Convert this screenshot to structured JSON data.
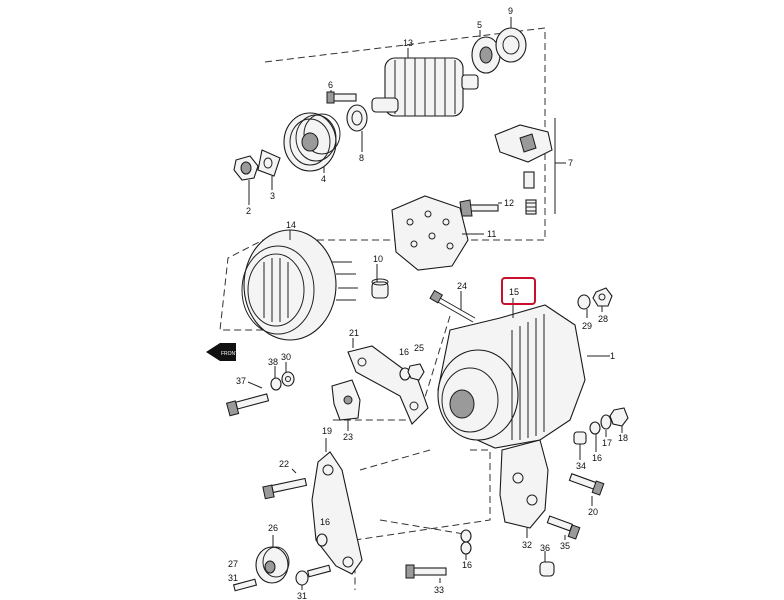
{
  "diagram": {
    "callouts": [
      "1",
      "2",
      "3",
      "4",
      "5",
      "6",
      "7",
      "8",
      "9",
      "10",
      "11",
      "12",
      "13",
      "14",
      "15",
      "16",
      "17",
      "18",
      "19",
      "20",
      "21",
      "22",
      "23",
      "24",
      "25",
      "26",
      "27",
      "28",
      "29",
      "30",
      "31",
      "32",
      "33",
      "34",
      "35",
      "36",
      "37",
      "38"
    ],
    "highlighted_callout": "15",
    "highlight_color": "#c8102e",
    "direction_marker": "FRONT"
  }
}
